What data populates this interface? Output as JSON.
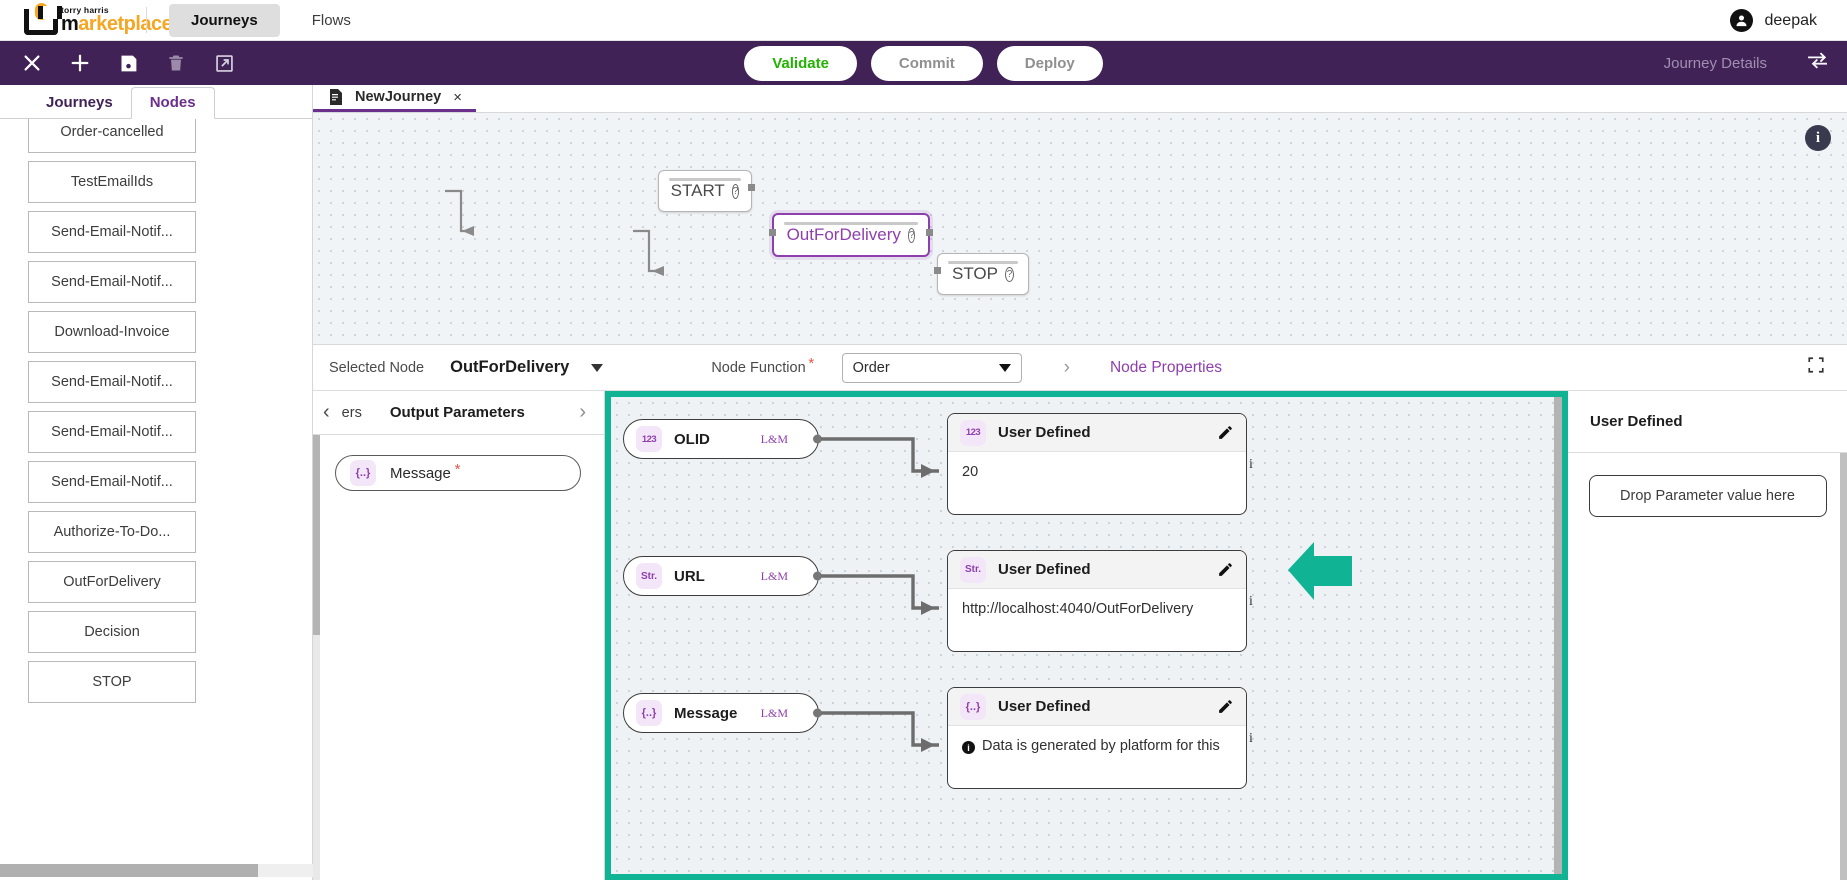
{
  "app": {
    "brand_sub": "torry harris",
    "brand_main_a": "m",
    "brand_main_b": "arketplace",
    "accent_purple": "#402257",
    "accent_violet": "#8e3fae",
    "accent_teal": "#10B394",
    "accent_green": "#22b200"
  },
  "topbar": {
    "tabs": [
      {
        "label": "Journeys",
        "active": true
      },
      {
        "label": "Flows",
        "active": false
      }
    ],
    "user": "deepak",
    "user_icon": "account-circle-icon"
  },
  "toolbar": {
    "icons": [
      "close-icon",
      "add-icon",
      "save-icon",
      "delete-icon",
      "open-external-icon"
    ],
    "buttons": [
      {
        "label": "Validate",
        "state": "enabled"
      },
      {
        "label": "Commit",
        "state": "disabled"
      },
      {
        "label": "Deploy",
        "state": "disabled"
      }
    ],
    "journey_details_label": "Journey Details",
    "right_icon": "collapse-arrows-icon"
  },
  "left_panel": {
    "tabs": [
      {
        "label": "Journeys",
        "active": false
      },
      {
        "label": "Nodes",
        "active": true
      }
    ],
    "items": [
      {
        "label": "Order-cancelled"
      },
      {
        "label": "TestEmailIds"
      },
      {
        "label": "Send-Email-Notif..."
      },
      {
        "label": "Send-Email-Notif..."
      },
      {
        "label": "Download-Invoice"
      },
      {
        "label": "Send-Email-Notif..."
      },
      {
        "label": "Send-Email-Notif..."
      },
      {
        "label": "Send-Email-Notif..."
      },
      {
        "label": "Authorize-To-Do..."
      },
      {
        "label": "OutForDelivery"
      },
      {
        "label": "Decision"
      },
      {
        "label": "STOP"
      }
    ]
  },
  "journey_tab": {
    "title": "NewJourney",
    "doc_icon": "document-icon",
    "close_label": "×"
  },
  "canvas": {
    "info_icon": "info-icon",
    "nodes": [
      {
        "label": "START",
        "selected": false,
        "help_icon": "help-icon"
      },
      {
        "label": "OutForDelivery",
        "selected": true,
        "help_icon": "help-icon"
      },
      {
        "label": "STOP",
        "selected": false,
        "help_icon": "help-icon"
      }
    ]
  },
  "selected_bar": {
    "label": "Selected Node",
    "value": "OutForDelivery",
    "dropdown_icon": "chevron-down-icon",
    "node_function_label": "Node Function",
    "required_marker": "*",
    "node_function_value": "Order",
    "breadcrumb_chevron": "›",
    "node_properties_label": "Node Properties",
    "expand_icon": "fullscreen-icon"
  },
  "parameters_panel": {
    "prev_tab_partial": "ers",
    "current_tab": "Output Parameters",
    "prev_icon": "chevron-left-icon",
    "next_icon": "chevron-right-icon",
    "items": [
      {
        "name": "Message",
        "type_icon": "json-type-icon",
        "type_label": "{..}",
        "required": "*"
      }
    ]
  },
  "mapping": {
    "rows": [
      {
        "source": {
          "name": "OLID",
          "type_label": "123",
          "type_icon": "number-type-icon",
          "badge": "L&M"
        },
        "target": {
          "title": "User Defined",
          "type_label": "123",
          "type_icon": "number-type-icon",
          "value": "20",
          "edit_icon": "pencil-icon",
          "info": false
        },
        "side_marker": "i"
      },
      {
        "source": {
          "name": "URL",
          "type_label": "Str.",
          "type_icon": "string-type-icon",
          "badge": "L&M"
        },
        "target": {
          "title": "User Defined",
          "type_label": "Str.",
          "type_icon": "string-type-icon",
          "value": "http://localhost:4040/OutForDelivery",
          "edit_icon": "pencil-icon",
          "info": false
        },
        "side_marker": "i"
      },
      {
        "source": {
          "name": "Message",
          "type_label": "{..}",
          "type_icon": "json-type-icon",
          "badge": "L&M"
        },
        "target": {
          "title": "User Defined",
          "type_label": "{..}",
          "type_icon": "json-type-icon",
          "value": "Data is generated by platform for this",
          "edit_icon": "pencil-icon",
          "info": true
        },
        "side_marker": "i"
      }
    ]
  },
  "node_properties": {
    "heading": "User Defined",
    "drop_zone_label": "Drop Parameter value here"
  }
}
